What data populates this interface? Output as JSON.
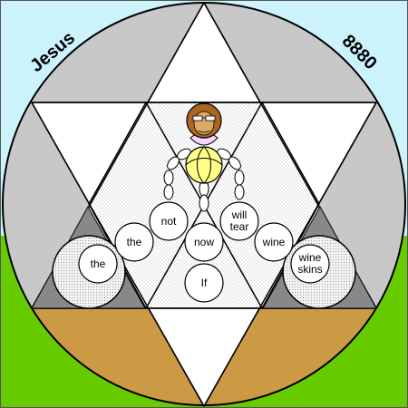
{
  "labels": {
    "name": "Jesus",
    "number": "8880"
  },
  "words": {
    "the_left": "the",
    "the_mid": "the",
    "not": "not",
    "will": "will",
    "tear": "tear",
    "now": "now",
    "wine": "wine",
    "wine2": "wine",
    "skins": "skins",
    "if": "If"
  },
  "colors": {
    "sky": "#CCF2FC",
    "grass": "#66CC00",
    "disk_gray": "#C8C8C8",
    "brown": "#CC9944",
    "white": "#FFFFFF",
    "light_gray": "#E6E6E6",
    "dark_gray": "#888888",
    "halo": "#FFFF88",
    "skin": "#DDAA66"
  },
  "icons": {
    "figure": "jesus-figure-icon",
    "star": "hexagram-icon"
  }
}
